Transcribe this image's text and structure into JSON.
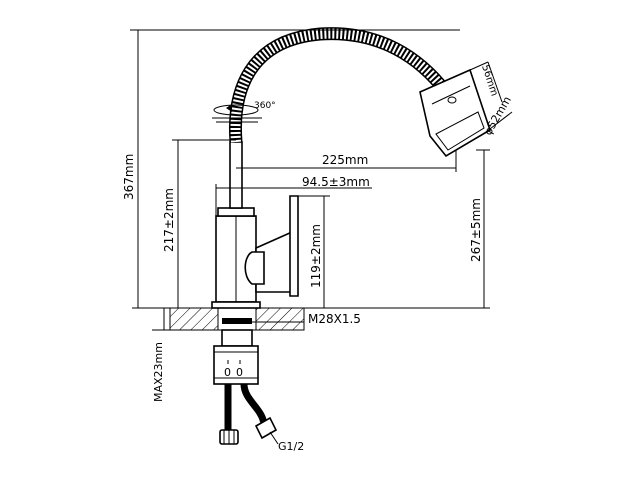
{
  "dimensions": {
    "total_height": "367mm",
    "spout_reach": "225mm",
    "body_offset": "94.5±3mm",
    "body_height": "217±2mm",
    "spout_height": "267±5mm",
    "handle_height": "119±2mm",
    "head_length": "56mm",
    "head_diameter": "φ52mm",
    "rotation": "360°",
    "thread": "M28X1.5",
    "max_thickness": "MAX23mm",
    "hose_thread": "G1/2"
  }
}
